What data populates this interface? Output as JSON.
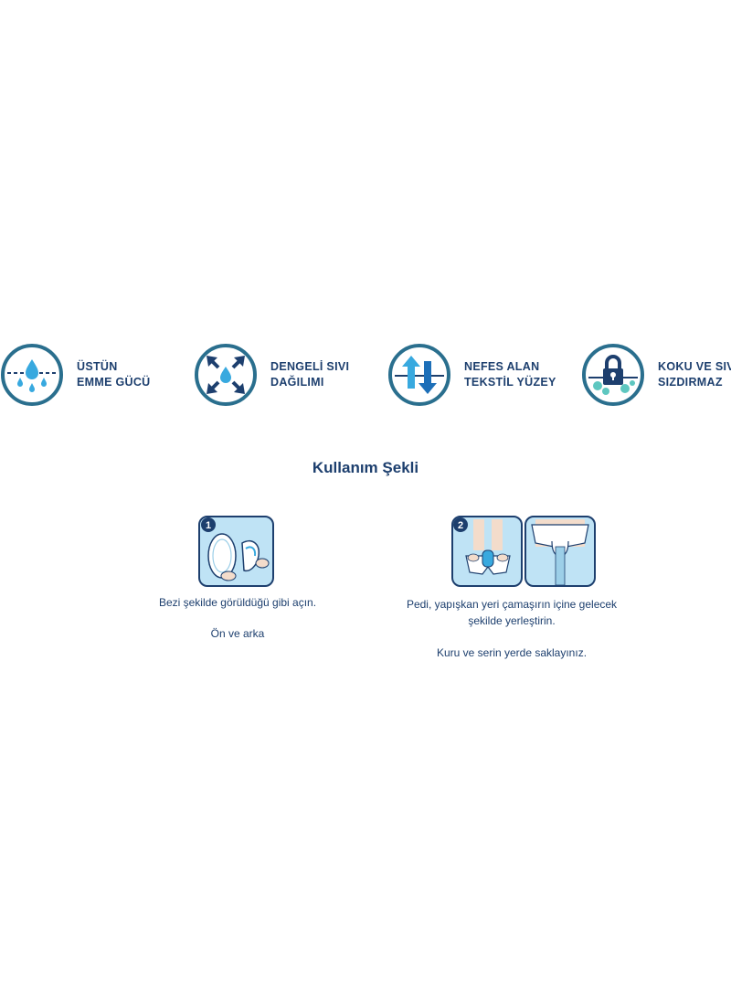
{
  "features": [
    {
      "icon": "water-drops-icon",
      "line1": "ÜSTÜN",
      "line2": "EMME GÜCÜ"
    },
    {
      "icon": "spread-arrows-icon",
      "line1": "DENGELİ SIVI",
      "line2": "DAĞILIMI"
    },
    {
      "icon": "airflow-arrows-icon",
      "line1": "NEFES ALAN",
      "line2": "TEKSTİL YÜZEY"
    },
    {
      "icon": "lock-icon",
      "line1": "KOKU VE SIVI",
      "line2": "SIZDIRMAZ"
    }
  ],
  "usage": {
    "title": "Kullanım Şekli",
    "step1": {
      "number": "1",
      "caption": "Bezi şekilde görüldüğü gibi açın.",
      "note": "Ön ve arka"
    },
    "step2": {
      "number": "2",
      "caption_line1": "Pedi, yapışkan yeri çamaşırın içine gelecek",
      "caption_line2": "şekilde yerleştirin.",
      "note": "Kuru ve serin yerde saklayınız."
    }
  },
  "colors": {
    "navy": "#1d3f6e",
    "teal": "#2a6f8e",
    "light_blue": "#bfe3f5",
    "accent_blue": "#38a9df"
  }
}
